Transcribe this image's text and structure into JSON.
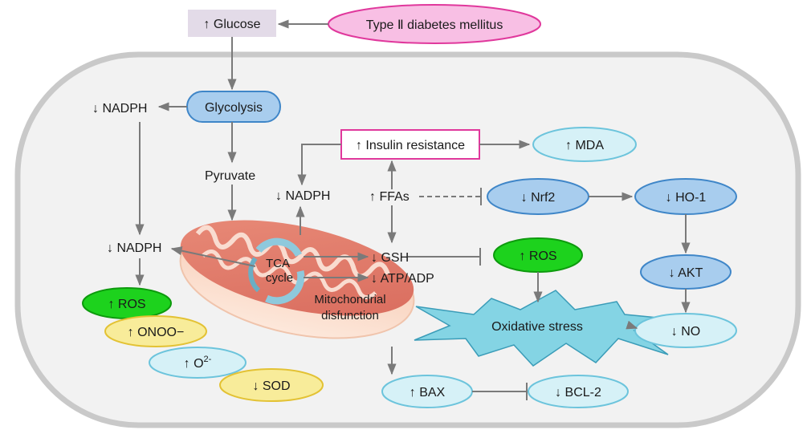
{
  "labels": {
    "glucose": "↑ Glucose",
    "diabetes": "Type Ⅱ diabetes mellitus",
    "glycolysis": "Glycolysis",
    "nadph_left_top": "↓ NADPH",
    "pyruvate": "Pyruvate",
    "insulin_resistance": "↑ Insulin resistance",
    "mda": "↑ MDA",
    "nadph_center": "↓ NADPH",
    "ffas": "↑ FFAs",
    "nrf2": "↓ Nrf2",
    "ho1": "↓ HO-1",
    "nadph_left_mid": "↓ NADPH",
    "tca_line1": "TCA",
    "tca_line2": "cycle",
    "gsh": "↓ GSH",
    "atp_adp": "↓ ATP/ADP",
    "ros_center": "↑ ROS",
    "akt": "↓ AKT",
    "mito_line1": "Mitochondrial",
    "mito_line2": "disfunction",
    "ros_left": "↑ ROS",
    "onoo": "↑ ONOO−",
    "oxidative_stress": "Oxidative stress",
    "no": "↓ NO",
    "o2_base": "↑ O",
    "o2_sup": "2-",
    "sod": "↓ SOD",
    "bax": "↑ BAX",
    "bcl2": "↓ BCL-2"
  },
  "colors": {
    "glucose_box": "#e3dbe8",
    "diabetes_fill": "#f8bfe4",
    "diabetes_stroke": "#e0389c",
    "insulin_fill": "#ffffff",
    "insulin_stroke": "#e0389c",
    "blue_node_fill": "#a8cdee",
    "blue_node_stroke": "#3f86c8",
    "lightblue_fill": "#d6f1f7",
    "lightblue_stroke": "#6cc4dc",
    "green_fill": "#1dd21d",
    "green_stroke": "#0d9a0d",
    "yellow_fill": "#f8ec9a",
    "yellow_stroke": "#e3c234",
    "star_fill": "#84d4e4",
    "star_stroke": "#3a9cb8",
    "cell_fill": "#f2f2f2",
    "cell_stroke": "#c9c9c9",
    "arrow": "#7a7a7a"
  }
}
